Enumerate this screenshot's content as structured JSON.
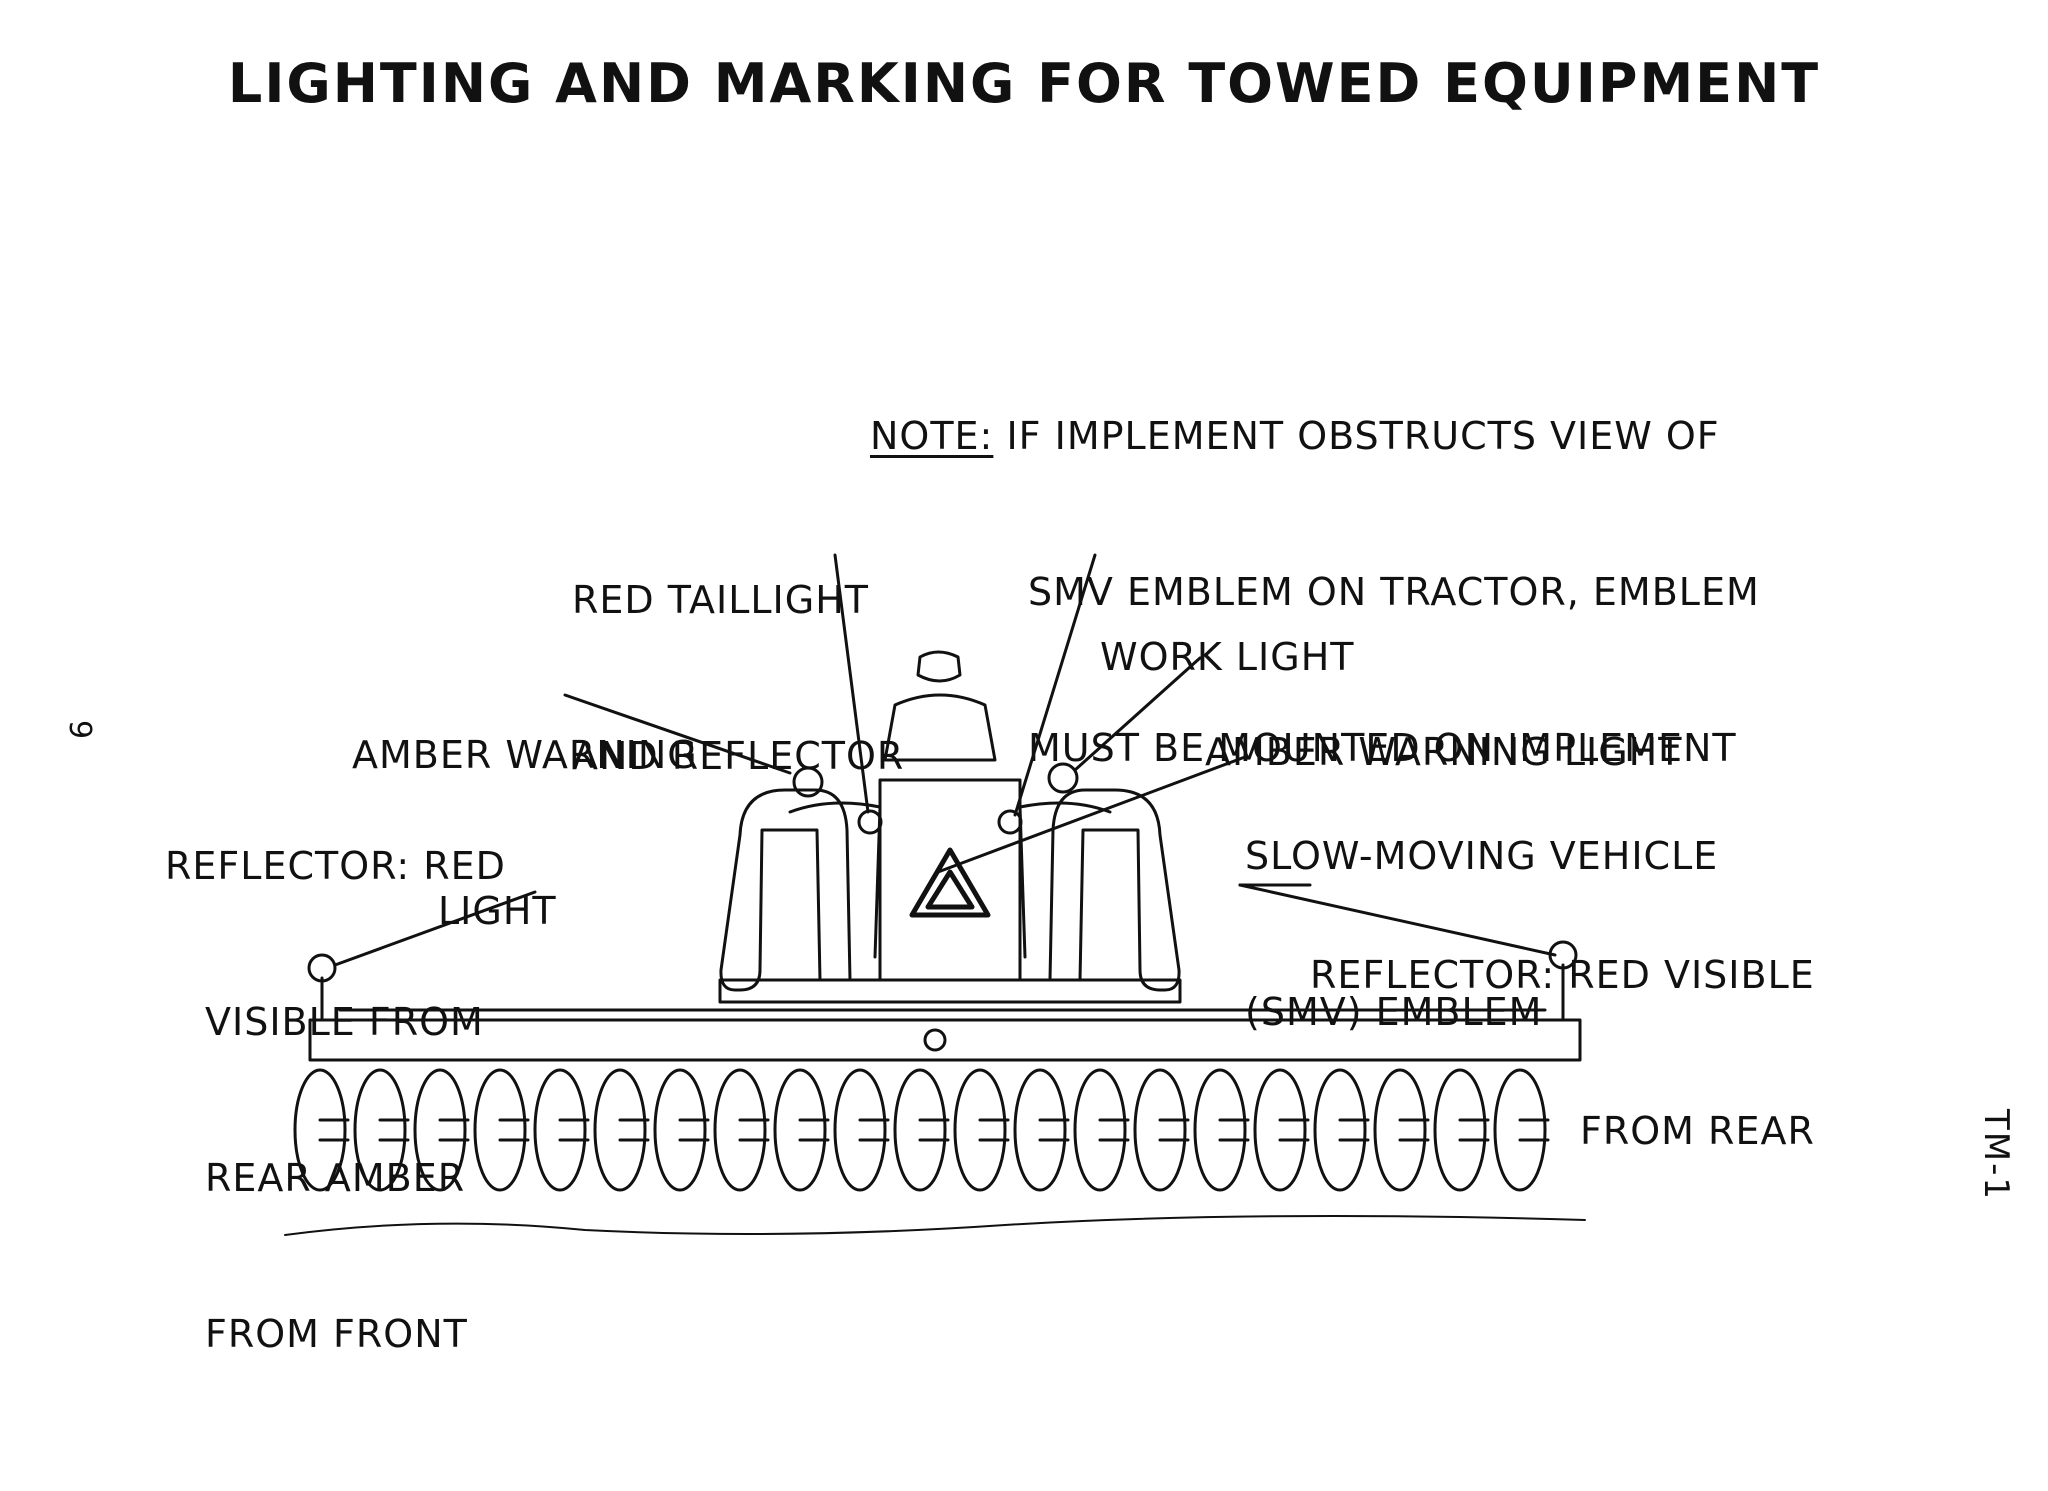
{
  "title": "LIGHTING AND MARKING FOR TOWED EQUIPMENT",
  "note": {
    "key": "NOTE:",
    "lines": [
      "IF IMPLEMENT OBSTRUCTS VIEW OF",
      "SMV EMBLEM ON TRACTOR, EMBLEM",
      "MUST BE MOUNTED ON IMPLEMENT"
    ]
  },
  "labels": {
    "red_taillight": [
      "RED TAILLIGHT",
      "AND REFLECTOR"
    ],
    "work_light": [
      "WORK LIGHT"
    ],
    "amber_left": [
      "AMBER WARNING",
      "LIGHT"
    ],
    "amber_right": [
      "AMBER WARNING LIGHT"
    ],
    "smv": [
      "SLOW-MOVING VEHICLE",
      "(SMV) EMBLEM"
    ],
    "reflector_left": [
      "REFLECTOR: RED",
      "VISIBLE FROM",
      "REAR AMBER",
      "FROM FRONT"
    ],
    "reflector_right": [
      "REFLECTOR: RED VISIBLE",
      "FROM REAR"
    ]
  },
  "page_number": "9",
  "doc_code": "TM-1"
}
